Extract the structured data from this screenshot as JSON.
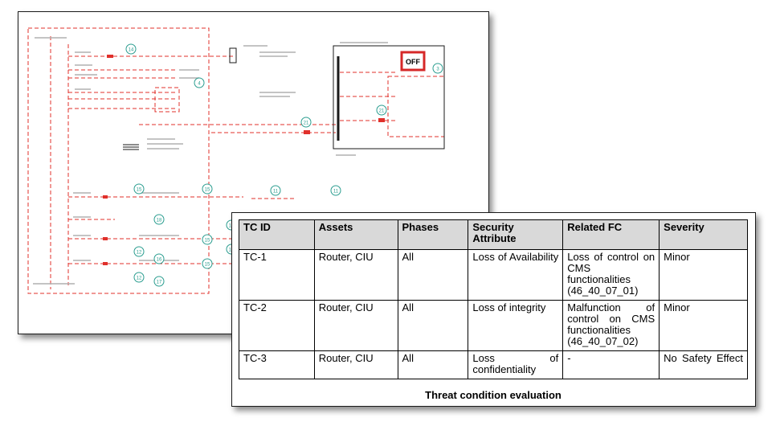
{
  "schematic": {
    "off_label": "OFF",
    "callouts": [
      "14",
      "4",
      "3",
      "21",
      "21",
      "15",
      "15",
      "15",
      "11",
      "11",
      "12",
      "12",
      "10",
      "18",
      "15",
      "15",
      "16",
      "17"
    ]
  },
  "table": {
    "headers": [
      "TC ID",
      "Assets",
      "Phases",
      "Security Attribute",
      "Related FC",
      "Severity"
    ],
    "rows": [
      {
        "id": "TC-1",
        "assets": "Router, CIU",
        "phases": "All",
        "attribute": "Loss of Availability",
        "fc": "Loss of control on CMS functionalities (46_40_07_01)",
        "severity": "Minor"
      },
      {
        "id": "TC-2",
        "assets": "Router, CIU",
        "phases": "All",
        "attribute": "Loss of integrity",
        "fc": "Malfunction of control on CMS functionalities (46_40_07_02)",
        "severity": "Minor"
      },
      {
        "id": "TC-3",
        "assets": "Router, CIU",
        "phases": "All",
        "attribute": "Loss of confidentiality",
        "fc": "-",
        "severity": "No Safety Effect"
      }
    ],
    "caption": "Threat condition evaluation"
  },
  "colors": {
    "wire": "#e0302b",
    "callout": "#2a9d8f",
    "off_border": "#d62828",
    "header_bg": "#d9d9d9"
  }
}
